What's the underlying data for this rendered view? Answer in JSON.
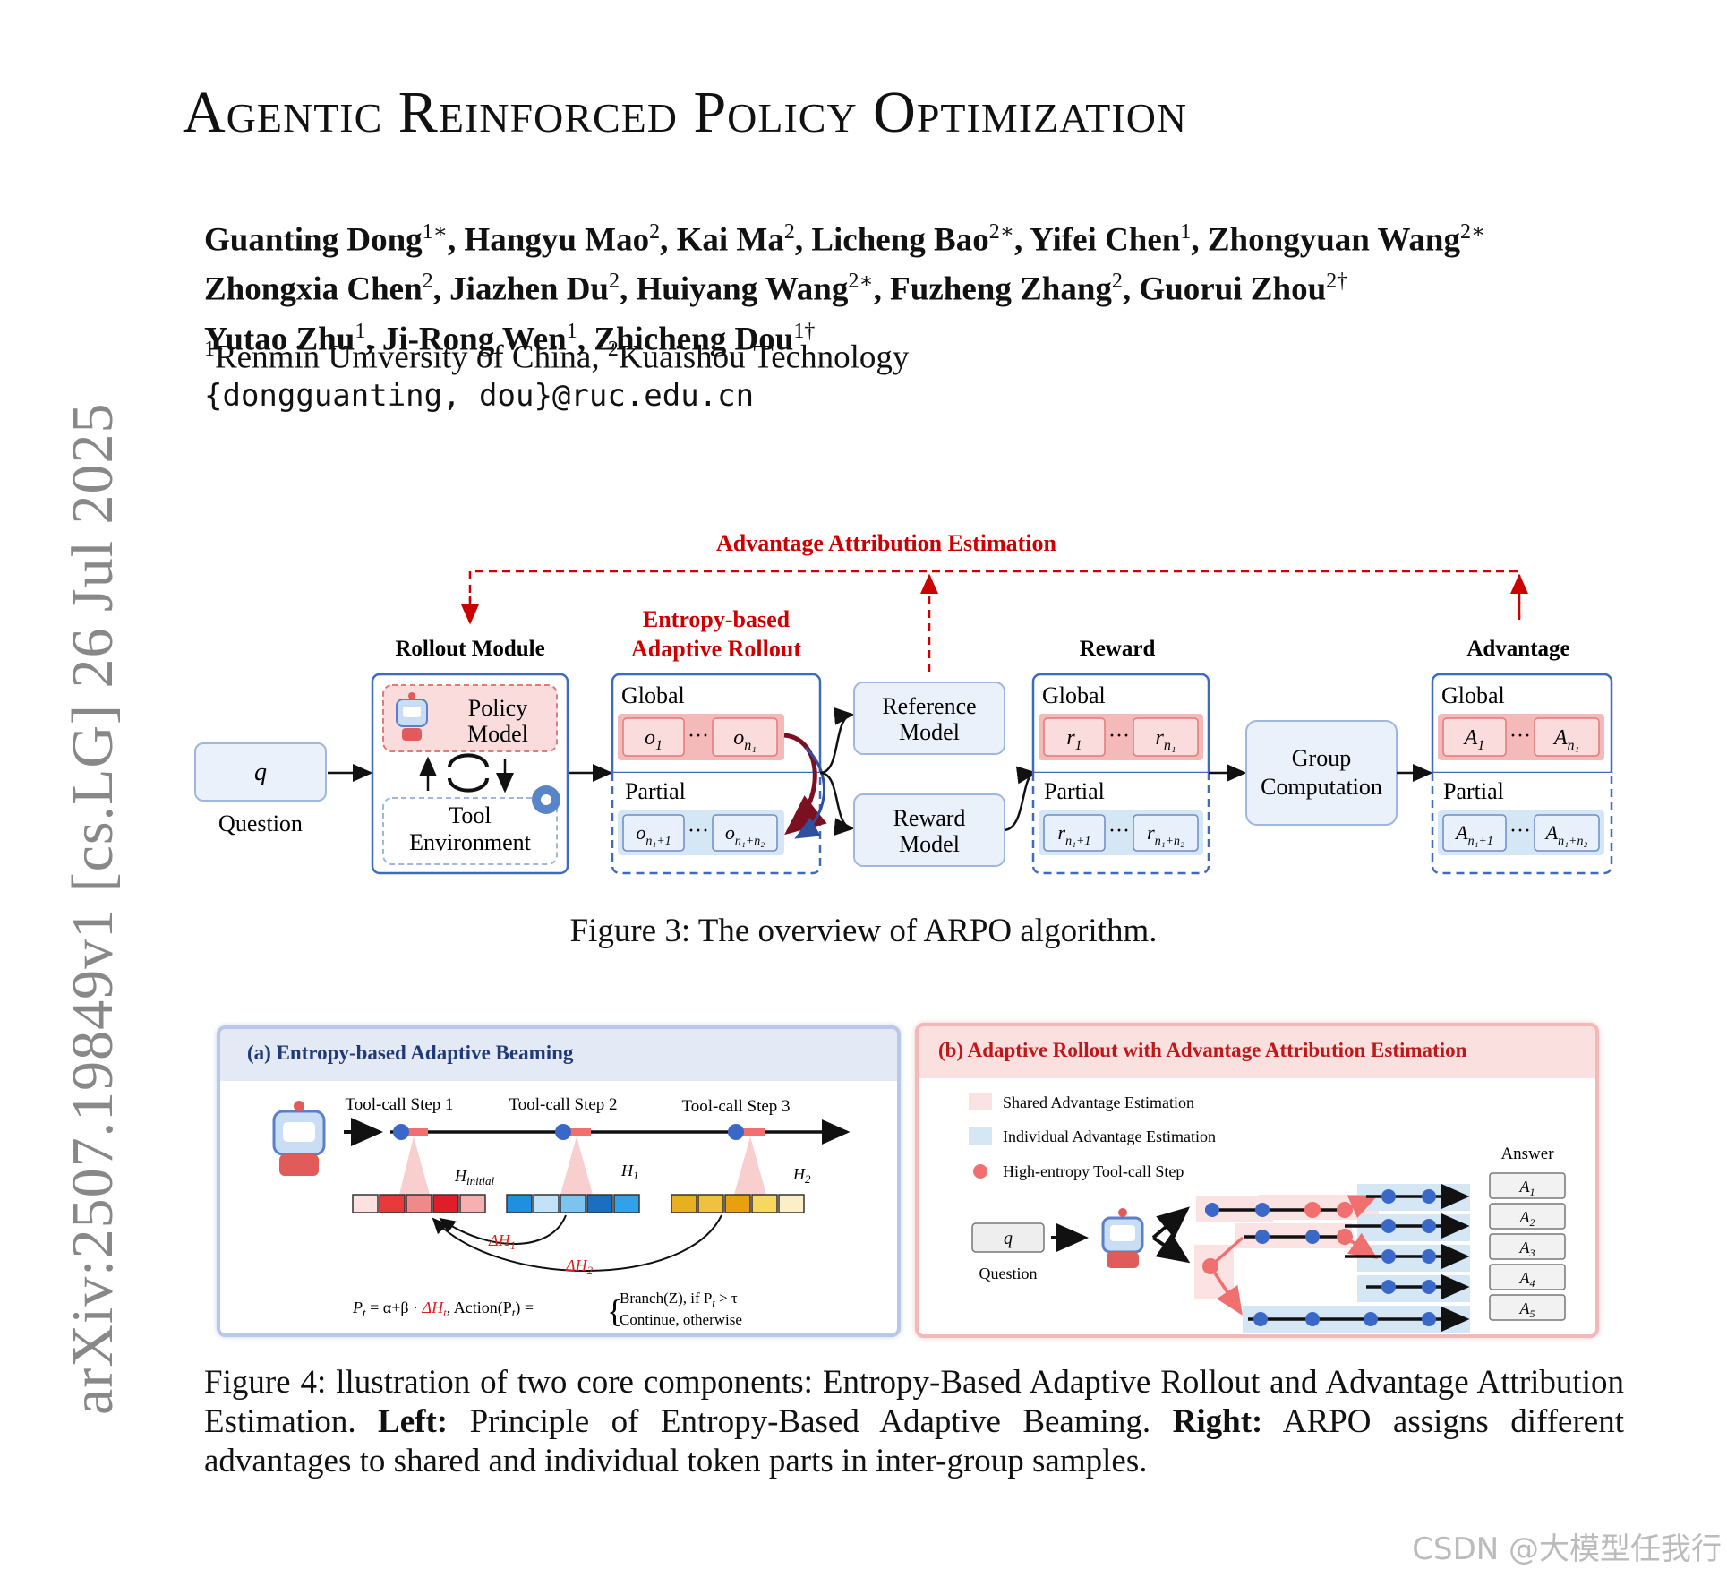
{
  "sidebar_id": "arXiv:2507.19849v1  [cs.LG]  26 Jul 2025",
  "paper": {
    "title": "Agentic Reinforced Policy Optimization",
    "authors_line1": [
      {
        "name": "Guanting Dong",
        "sup": "1∗"
      },
      {
        "name": "Hangyu Mao",
        "sup": "2"
      },
      {
        "name": "Kai Ma",
        "sup": "2"
      },
      {
        "name": "Licheng Bao",
        "sup": "2∗"
      },
      {
        "name": "Yifei Chen",
        "sup": "1"
      },
      {
        "name": "Zhongyuan Wang",
        "sup": "2∗"
      }
    ],
    "authors_line2": [
      {
        "name": "Zhongxia Chen",
        "sup": "2"
      },
      {
        "name": "Jiazhen Du",
        "sup": "2"
      },
      {
        "name": "Huiyang Wang",
        "sup": "2∗"
      },
      {
        "name": "Fuzheng Zhang",
        "sup": "2"
      },
      {
        "name": "Guorui Zhou",
        "sup": "2†"
      }
    ],
    "authors_line3": [
      {
        "name": "Yutao Zhu",
        "sup": "1"
      },
      {
        "name": "Ji-Rong Wen",
        "sup": "1"
      },
      {
        "name": "Zhicheng Dou",
        "sup": "1†"
      }
    ],
    "affil1_sup": "1",
    "affil1": "Renmin University of China, ",
    "affil2_sup": "2",
    "affil2": "Kuaishou Technology",
    "email": "{dongguanting, dou}@ruc.edu.cn"
  },
  "figure3": {
    "top_label": "Advantage Attribution Estimation",
    "question_symbol": "q",
    "question_label": "Question",
    "rollout_title": "Rollout Module",
    "policy_model": [
      "Policy",
      "Model"
    ],
    "tool_env": [
      "Tool",
      "Environment"
    ],
    "entropy_title": [
      "Entropy-based",
      "Adaptive Rollout"
    ],
    "global": "Global",
    "partial": "Partial",
    "reference_model": [
      "Reference",
      "Model"
    ],
    "reward_model": [
      "Reward",
      "Model"
    ],
    "reward_title": "Reward",
    "group_computation": [
      "Group",
      "Computation"
    ],
    "advantage_title": "Advantage",
    "caption": "Figure 3: The overview of ARPO algorithm."
  },
  "figure4": {
    "panel_a_title": "(a) Entropy-based Adaptive Beaming",
    "steps": [
      "Tool-call Step 1",
      "Tool-call Step 2",
      "Tool-call Step 3"
    ],
    "h_labels": [
      "H",
      "H",
      "H"
    ],
    "h_subs": [
      "initial",
      "1",
      "2"
    ],
    "delta_labels": [
      "ΔH",
      "ΔH"
    ],
    "delta_subs": [
      "1",
      "2"
    ],
    "formula_left": "P",
    "formula_mid": " = α+β · ",
    "formula_delta": "ΔH",
    "formula_action": ",  Action(P",
    "formula_action_end": ") =",
    "formula_branch": "Branch(Z), if P",
    "formula_branch_end": " > τ",
    "formula_continue": "Continue,   otherwise",
    "panel_b_title": "(b) Adaptive Rollout with Advantage Attribution Estimation",
    "legend": [
      "Shared Advantage Estimation",
      "Individual Advantage Estimation",
      "High-entropy Tool-call Step"
    ],
    "question_symbol": "q",
    "question_label": "Question",
    "answer_label": "Answer",
    "answers": [
      "A",
      "A",
      "A",
      "A",
      "A"
    ],
    "answer_subs": [
      "1",
      "2",
      "3",
      "4",
      "5"
    ],
    "colors": {
      "shared": "#fbe3e3",
      "individual": "#d5e6f5",
      "high_entropy": "#f07070",
      "node": "#3a68c8"
    }
  },
  "caption4": {
    "part1": "Figure 4:  llustration of two core components:  Entropy-Based Adaptive Rollout and Advantage Attribution Estimation. ",
    "left_bold": "Left:",
    "part2": " Principle of Entropy-Based Adaptive Beaming. ",
    "right_bold": "Right:",
    "part3": " ARPO assigns different advantages to shared and individual token parts in inter-group samples."
  },
  "watermark": "CSDN @大模型任我行"
}
